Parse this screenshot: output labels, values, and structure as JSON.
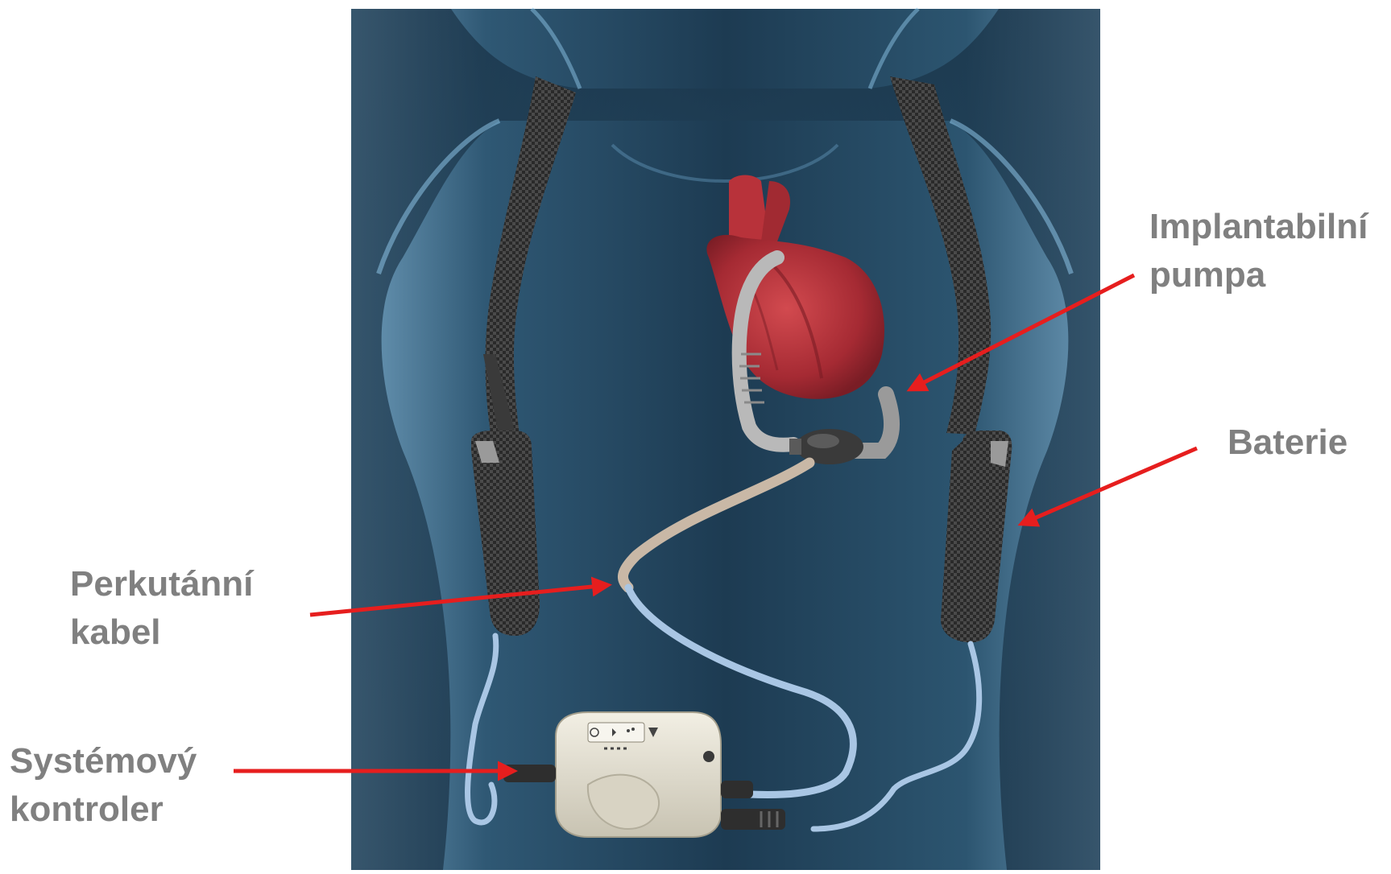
{
  "labels": {
    "pump": {
      "line1": "Implantabilní",
      "line2": "pumpa"
    },
    "battery": {
      "line1": "Baterie"
    },
    "cable": {
      "line1": "Perkutánní",
      "line2": "kabel"
    },
    "controller": {
      "line1": "Systémový",
      "line2": "kontroler"
    }
  },
  "colors": {
    "arrow": "#e61e1e",
    "label_text": "#808080",
    "background_dark": "#1c3a52",
    "background_light": "#5a8fb0",
    "heart": "#b8323a",
    "straps": "#2b2b2b",
    "controller_body": "#e4e0d2",
    "cable_blue": "#a9c6e4",
    "cable_beige": "#c9b8a6"
  }
}
